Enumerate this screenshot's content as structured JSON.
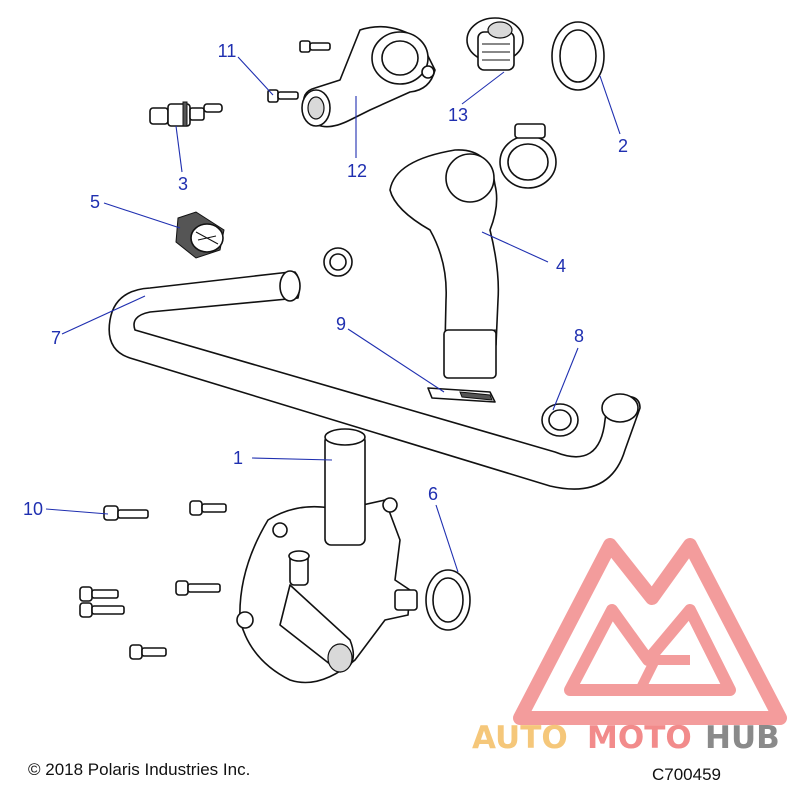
{
  "callouts": {
    "c1": "1",
    "c2": "2",
    "c3": "3",
    "c4": "4",
    "c5": "5",
    "c6": "6",
    "c7": "7",
    "c8": "8",
    "c9": "9",
    "c10": "10",
    "c11": "11",
    "c12": "12",
    "c13": "13"
  },
  "footer": {
    "copyright": "© 2018 Polaris Industries Inc.",
    "diagram_code": "C700459"
  },
  "watermark": {
    "part1": "AUTO",
    "part2": "MOTO",
    "part3": "HUB",
    "colors": {
      "auto": "#f5c77a",
      "moto": "#f28b8b",
      "hub": "#8a8a8a",
      "logo": "#f28b8b"
    }
  },
  "colors": {
    "callout": "#1f2fb0"
  }
}
